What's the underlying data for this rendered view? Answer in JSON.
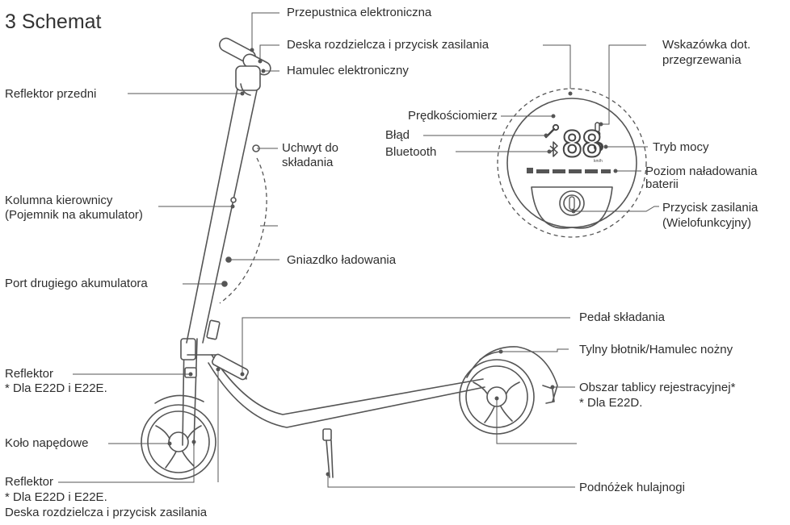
{
  "title": "3 Schemat",
  "labels": {
    "throttle": "Przepustnica elektroniczna",
    "dashboard_power": "Deska rozdzielcza i przycisk zasilania",
    "ebrake": "Hamulec elektroniczny",
    "headlight": "Reflektor przedni",
    "fold_grip_1": "Uchwyt do",
    "fold_grip_2": "składania",
    "steering_1": "Kolumna kierownicy",
    "steering_2": "(Pojemnik na akumulator)",
    "charging_port": "Gniazdko ładowania",
    "second_battery": "Port drugiego akumulatora",
    "folding_pedal": "Pedał składania",
    "rear_fender": "Tylny błotnik/Hamulec nożny",
    "reflector_1": "Reflektor",
    "reflector_1_note": "* Dla E22D i E22E.",
    "plate_area": "Obszar tablicy rejestracyjnej*",
    "plate_note": "* Dla E22D.",
    "drive_wheel": "Koło napędowe",
    "reflector_2": "Reflektor",
    "reflector_2_note": "* Dla E22D i E22E.",
    "dashboard_power_2": "Deska rozdzielcza i przycisk zasilania",
    "kickstand": "Podnóżek hulajnogi",
    "overheat_1": "Wskazówka dot.",
    "overheat_2": "przegrzewania",
    "speedometer": "Prędkościomierz",
    "error": "Błąd",
    "bluetooth": "Bluetooth",
    "power_mode": "Tryb mocy",
    "battery_1": "Poziom naładowania",
    "battery_2": "baterii",
    "power_btn_1": "Przycisk zasilania",
    "power_btn_2": "(Wielofunkcyjny)"
  },
  "display": {
    "speed_digits": "88",
    "unit": "km/h"
  },
  "icons": {
    "wrench": "wrench-icon",
    "bluetooth": "bluetooth-icon",
    "thermometer": "thermometer-icon",
    "mode": "sport-mode-icon",
    "battery": "battery-icon",
    "power": "power-icon"
  }
}
